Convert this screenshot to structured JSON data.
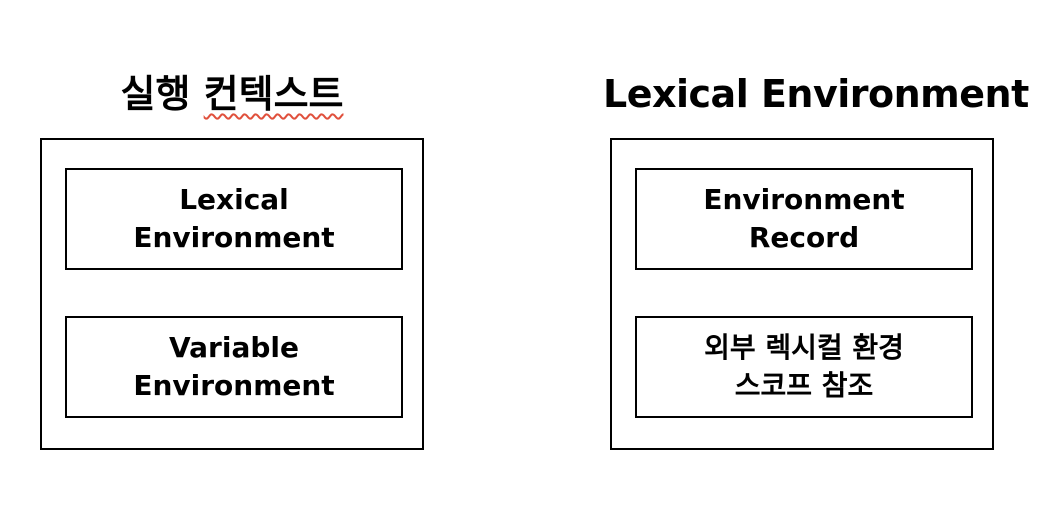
{
  "left": {
    "title": "실행 컨텍스트",
    "boxes": [
      {
        "line1": "Lexical",
        "line2": "Environment"
      },
      {
        "line1": "Variable",
        "line2": "Environment"
      }
    ]
  },
  "right": {
    "title": "Lexical Environment",
    "boxes": [
      {
        "line1": "Environment",
        "line2": "Record"
      },
      {
        "line1": "외부 렉시컬 환경",
        "line2": "스코프 참조"
      }
    ]
  }
}
